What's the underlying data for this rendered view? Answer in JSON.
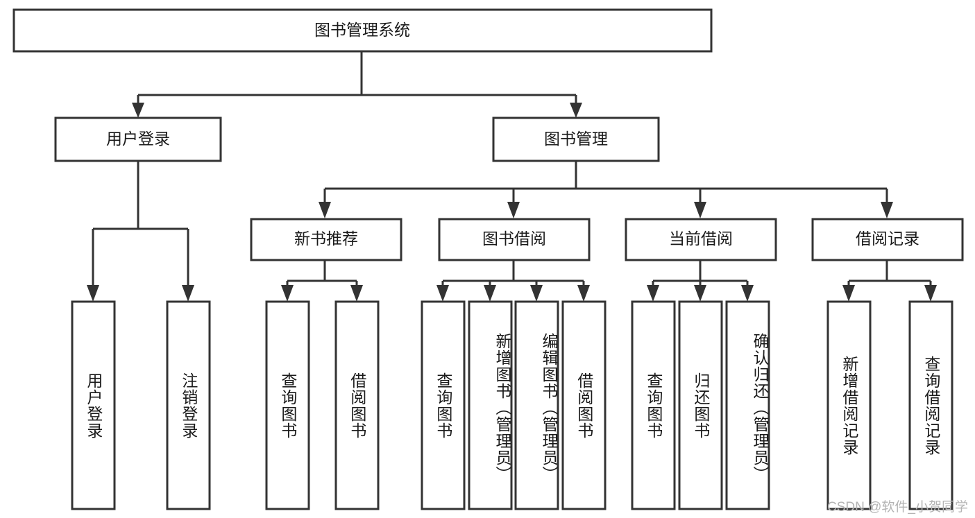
{
  "diagram": {
    "title": "图书管理系统",
    "type": "tree-hierarchy-diagram",
    "accent_color": "#333333",
    "background_color": "#ffffff",
    "nodes": {
      "root": {
        "label": "图书管理系统"
      },
      "level2": [
        {
          "label": "用户登录"
        },
        {
          "label": "图书管理"
        }
      ],
      "level3": [
        {
          "label": "新书推荐"
        },
        {
          "label": "图书借阅"
        },
        {
          "label": "当前借阅"
        },
        {
          "label": "借阅记录"
        }
      ],
      "leaves_user_login": [
        {
          "label": "用户登录"
        },
        {
          "label": "注销登录"
        }
      ],
      "leaves_new_books": [
        {
          "label": "查询图书"
        },
        {
          "label": "借阅图书"
        }
      ],
      "leaves_book_borrow": [
        {
          "label": "查询图书"
        },
        {
          "label": "新增图书（管理员）"
        },
        {
          "label": "编辑图书（管理员）"
        },
        {
          "label": "借阅图书"
        }
      ],
      "leaves_current_borrow": [
        {
          "label": "查询图书"
        },
        {
          "label": "归还图书"
        },
        {
          "label": "确认归还（管理员）"
        }
      ],
      "leaves_borrow_records": [
        {
          "label": "新增借阅记录"
        },
        {
          "label": "查询借阅记录"
        }
      ]
    }
  },
  "watermark": {
    "text": "CSDN @软件_小贺同学"
  }
}
